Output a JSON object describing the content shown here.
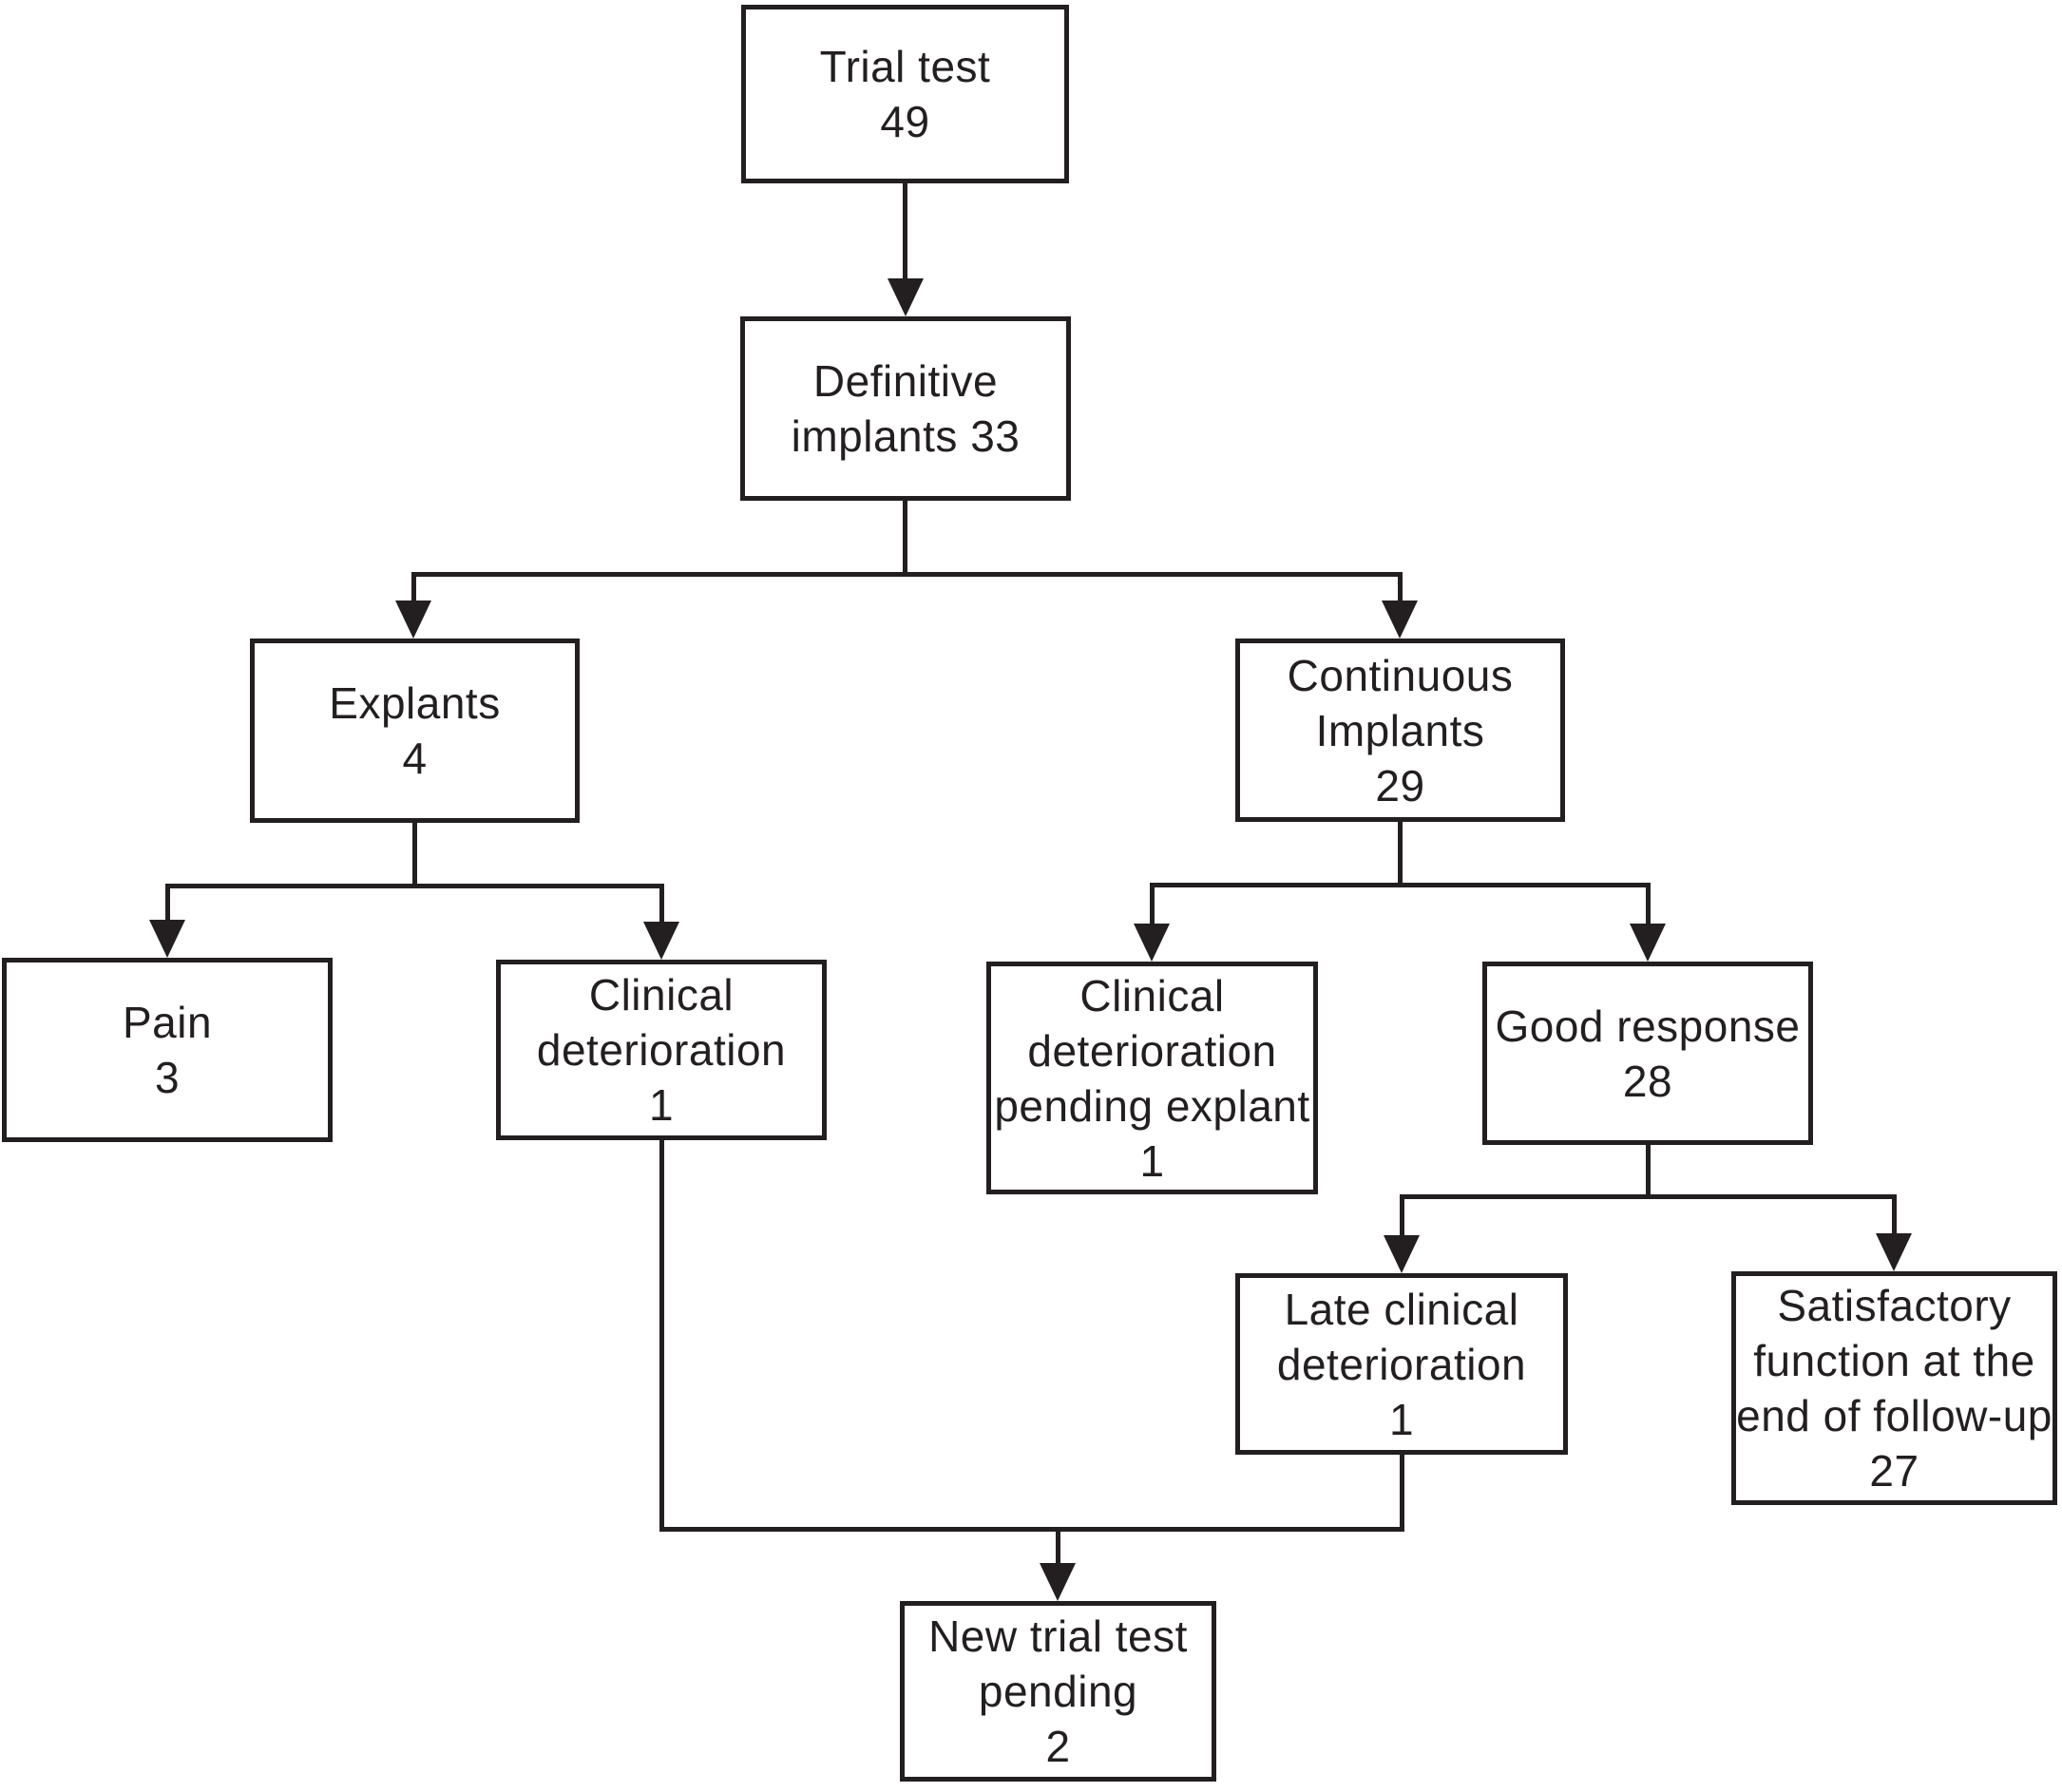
{
  "diagram": {
    "type": "flowchart",
    "background_color": "#ffffff",
    "line_color": "#231f20",
    "nodes": {
      "trial_test": {
        "label": "Trial test",
        "count": "49",
        "lines": [
          "Trial test",
          "49"
        ]
      },
      "definitive_implants": {
        "label": "Definitive implants",
        "count": "33",
        "lines": [
          "Definitive",
          "implants 33"
        ]
      },
      "explants": {
        "label": "Explants",
        "count": "4",
        "lines": [
          "Explants",
          "4"
        ]
      },
      "continuous_implants": {
        "label": "Continuous Implants",
        "count": "29",
        "lines": [
          "Continuous",
          "Implants",
          "29"
        ]
      },
      "pain": {
        "label": "Pain",
        "count": "3",
        "lines": [
          "Pain",
          "3"
        ]
      },
      "clinical_deterioration": {
        "label": "Clinical deterioration",
        "count": "1",
        "lines": [
          "Clinical",
          "deterioration",
          "1"
        ]
      },
      "cd_pending_explant": {
        "label": "Clinical deterioration pending explant",
        "count": "1",
        "lines": [
          "Clinical",
          "deterioration",
          "pending explant",
          "1"
        ]
      },
      "good_response": {
        "label": "Good response",
        "count": "28",
        "lines": [
          "Good response",
          "28"
        ]
      },
      "late_clinical_deterioration": {
        "label": "Late clinical deterioration",
        "count": "1",
        "lines": [
          "Late clinical",
          "deterioration",
          "1"
        ]
      },
      "satisfactory_function": {
        "label": "Satisfactory function at the end of follow-up",
        "count": "27",
        "lines": [
          "Satisfactory",
          "function at the",
          "end of follow-up",
          "27"
        ]
      },
      "new_trial_test_pending": {
        "label": "New trial test pending",
        "count": "2",
        "lines": [
          "New trial test",
          "pending",
          "2"
        ]
      }
    },
    "edges": [
      {
        "from": "trial_test",
        "to": "definitive_implants"
      },
      {
        "from": "definitive_implants",
        "to": "explants"
      },
      {
        "from": "definitive_implants",
        "to": "continuous_implants"
      },
      {
        "from": "explants",
        "to": "pain"
      },
      {
        "from": "explants",
        "to": "clinical_deterioration"
      },
      {
        "from": "continuous_implants",
        "to": "cd_pending_explant"
      },
      {
        "from": "continuous_implants",
        "to": "good_response"
      },
      {
        "from": "good_response",
        "to": "late_clinical_deterioration"
      },
      {
        "from": "good_response",
        "to": "satisfactory_function"
      },
      {
        "from": "clinical_deterioration",
        "to": "new_trial_test_pending"
      },
      {
        "from": "late_clinical_deterioration",
        "to": "new_trial_test_pending"
      }
    ]
  }
}
